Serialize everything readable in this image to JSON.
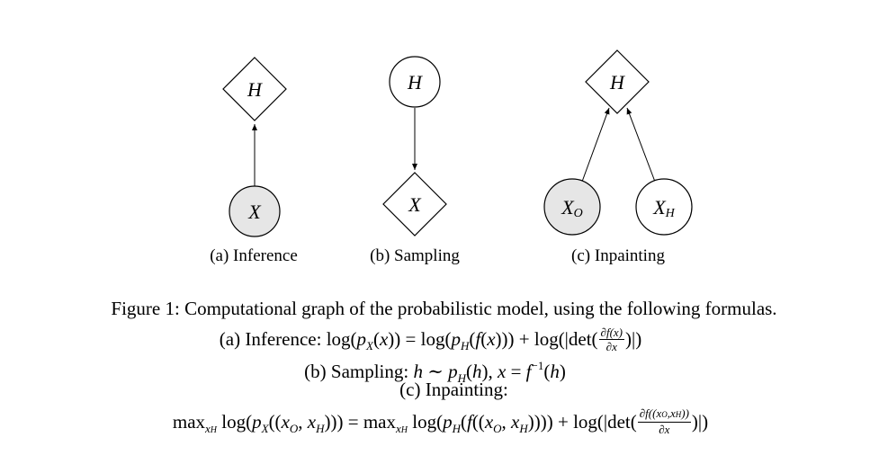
{
  "graphs": {
    "inference": {
      "top_node": "H",
      "bottom_node": "X",
      "caption": "(a) Inference"
    },
    "sampling": {
      "top_node": "H",
      "bottom_node": "X",
      "caption": "(b) Sampling"
    },
    "inpainting": {
      "top_node": "H",
      "left_node_base": "X",
      "left_node_sub": "O",
      "right_node_base": "X",
      "right_node_sub": "H",
      "caption": "(c) Inpainting"
    }
  },
  "caption": {
    "title": "Figure 1: Computational graph of the probabilistic model, using the following formulas.",
    "inference_label": "(a) Inference:",
    "sampling_label": "(b) Sampling:",
    "inpainting_label": "(c) Inpainting:"
  }
}
